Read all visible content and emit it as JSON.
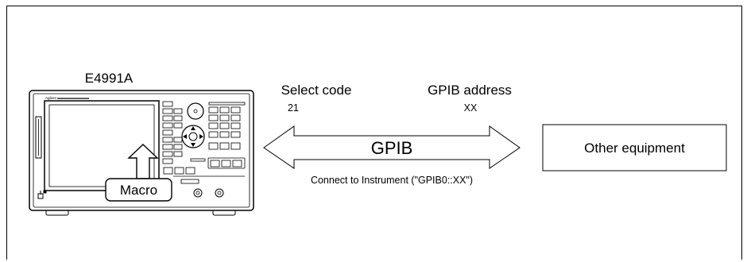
{
  "instrument": {
    "model": "E4991A",
    "brand": "Agilent",
    "macro_label": "Macro"
  },
  "gpib": {
    "label": "GPIB",
    "select_code_label": "Select code",
    "select_code_value": "21",
    "address_label": "GPIB address",
    "address_value": "XX",
    "connect_text": "Connect to Instrument (\"GPIB0::XX\")"
  },
  "other_equipment": {
    "label": "Other equipment"
  }
}
